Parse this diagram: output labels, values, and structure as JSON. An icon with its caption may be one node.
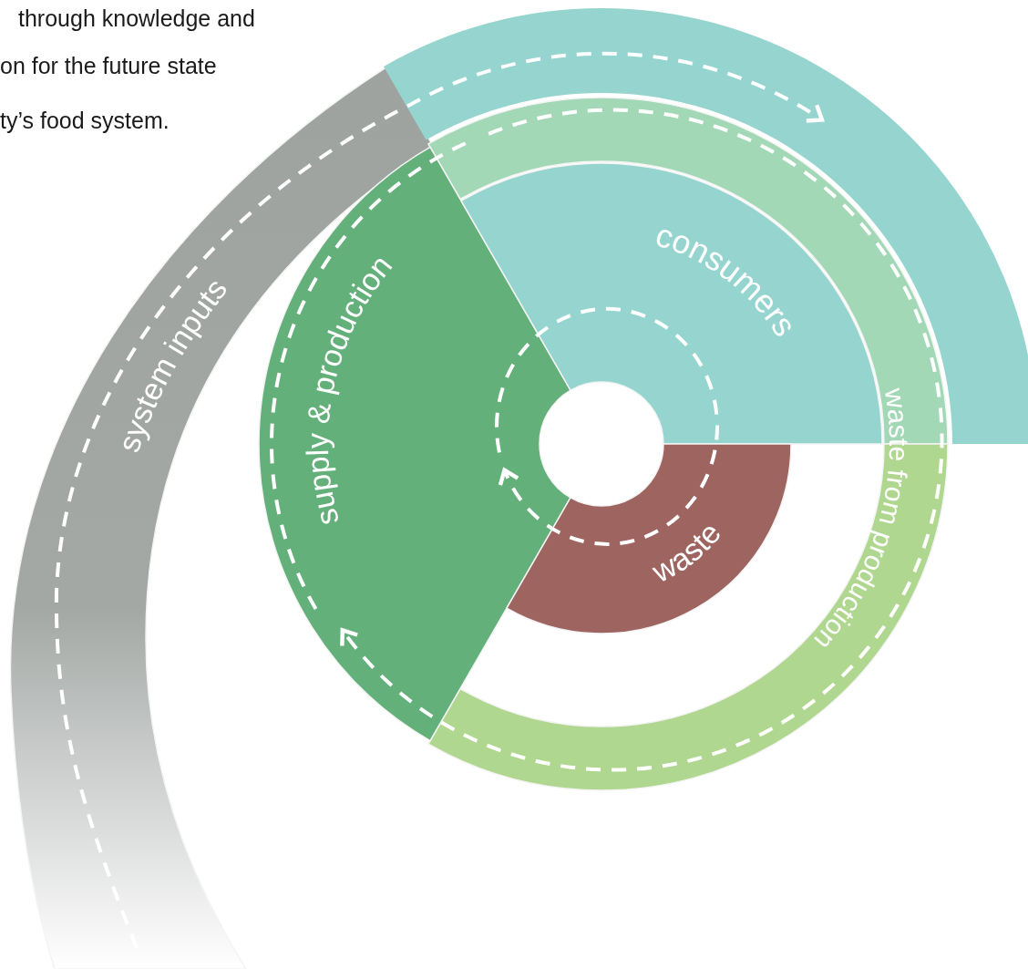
{
  "diagram": {
    "nodes": [
      {
        "text": [],
        "shape": "band"
      },
      {
        "text": [
          "system inputs"
        ]
      },
      {
        "text": [
          "supply & production"
        ]
      },
      {
        "text": [
          "consumers"
        ]
      },
      {
        "text": [
          "waste from production"
        ]
      },
      {
        "text": [
          "waste"
        ]
      }
    ],
    "edges": [
      {
        "from": 1,
        "to": 0,
        "arrow": "to",
        "style": "dashed"
      },
      {
        "from": 4,
        "to": 2,
        "arrow": "to",
        "style": "dashed"
      },
      {
        "from": 5,
        "to": 2,
        "arrow": "to",
        "style": "dashed"
      },
      {
        "from": 2,
        "to": 3,
        "arrow": "none",
        "style": "dashed"
      },
      {
        "from": 2,
        "to": 4,
        "arrow": "none",
        "style": "dashed"
      }
    ],
    "labels": [
      "through knowledge and",
      "on for the future state",
      "ty’s food system."
    ]
  }
}
